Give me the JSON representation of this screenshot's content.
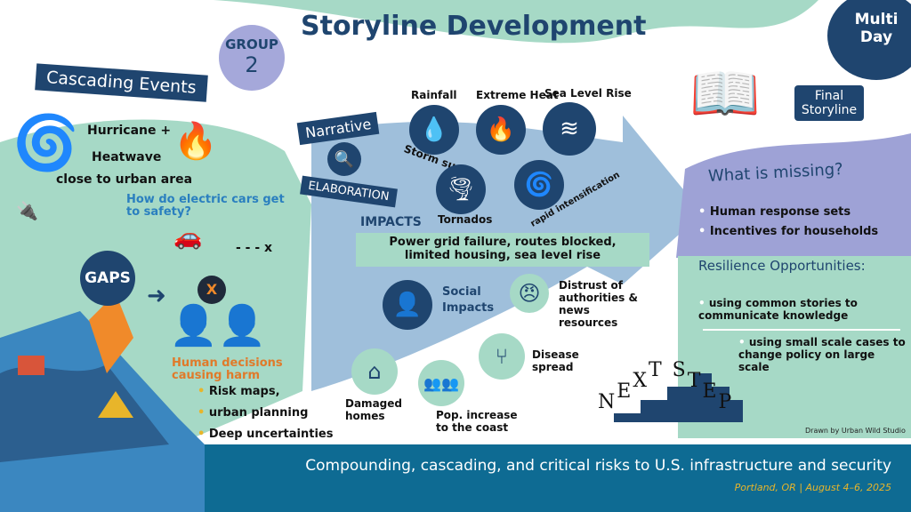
{
  "header": {
    "title": "Storyline Development",
    "group_label": "GROUP",
    "group_number": "2",
    "badge_line1": "Multi",
    "badge_line2": "Day"
  },
  "cascading": {
    "banner": "Cascading Events",
    "line1": "Hurricane +",
    "line2": "Heatwave",
    "line3": "close to urban area",
    "question": "How do electric cars get to safety?",
    "end_mark": "- - - x"
  },
  "gaps": {
    "label": "GAPS",
    "icon_mark": "X",
    "heading": "Human decisions causing harm",
    "items": [
      "Risk maps,",
      "urban planning",
      "Deep uncertainties"
    ]
  },
  "narrative": {
    "top": "Narrative",
    "bottom": "ELABORATION"
  },
  "hazards": [
    {
      "label": "Rainfall"
    },
    {
      "label": "Storm surge"
    },
    {
      "label": "Extreme Heat"
    },
    {
      "label": "Sea Level Rise"
    },
    {
      "label": "Tornados"
    },
    {
      "label": "rapid intensification"
    }
  ],
  "impacts": {
    "heading": "IMPACTS",
    "text": "Power grid failure, routes blocked, limited housing, sea level rise",
    "social": "Social Impacts",
    "distrust": "Distrust of authorities & news resources",
    "damaged": "Damaged homes",
    "pop": "Pop. increase to the coast",
    "disease": "Disease spread"
  },
  "final": {
    "label": "Final Storyline",
    "missing_heading": "What is missing?",
    "missing": [
      "Human response sets",
      "Incentives for households"
    ],
    "resilience_heading": "Resilience Opportunities:",
    "resilience": [
      "using common stories to communicate knowledge",
      "using small scale cases to change policy on large scale"
    ],
    "next_step": [
      "N",
      "E",
      "X",
      "T",
      "S",
      "T",
      "E",
      "P"
    ]
  },
  "credit": "Drawn by Urban Wild Studio",
  "footer": {
    "title": "Compounding, cascading, and critical risks to U.S. infrastructure and security",
    "subtitle": "Portland, OR | August 4–6, 2025"
  },
  "colors": {
    "navy": "#1f456f",
    "mint": "#a6d9c6",
    "arrow": "#9fbfdb",
    "lavender": "#9ea2d6",
    "footer": "#0e6b93",
    "gold": "#e8b52a"
  }
}
